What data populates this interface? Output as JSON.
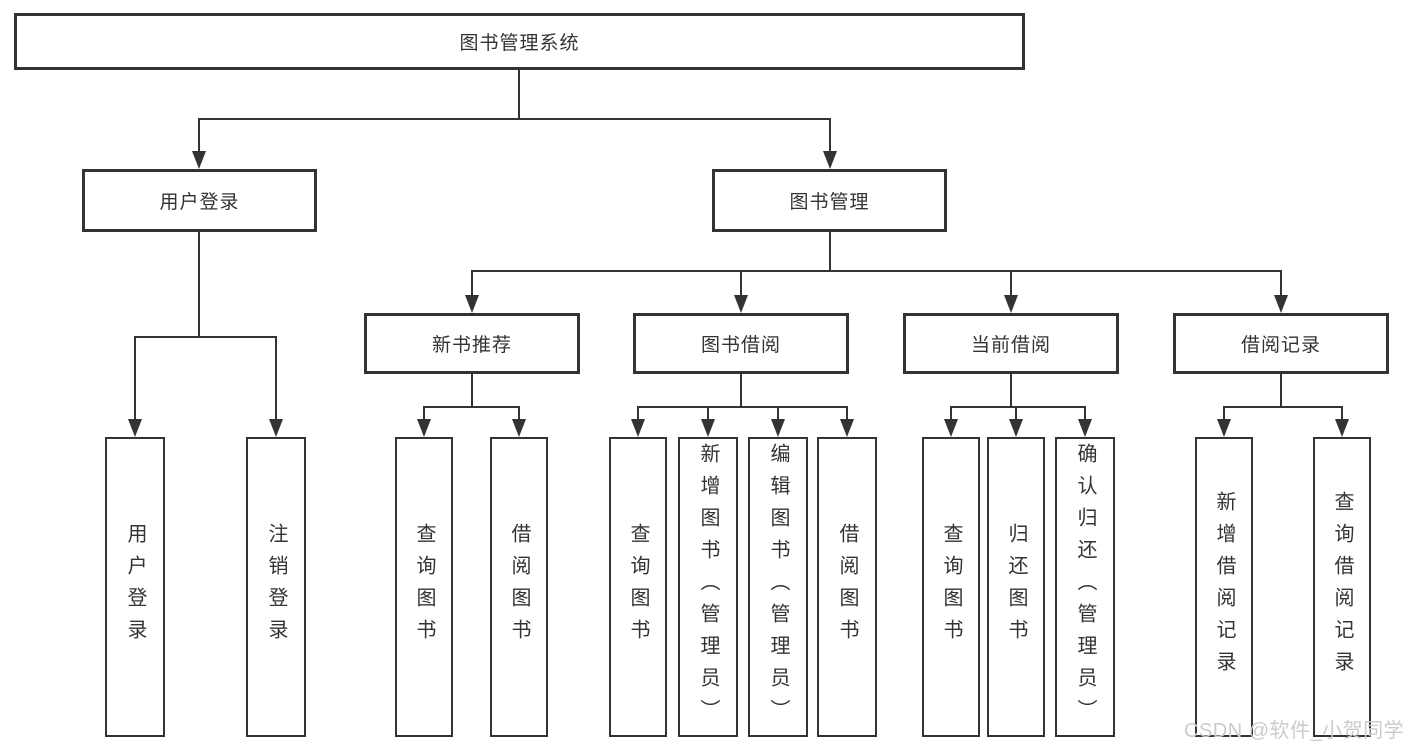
{
  "diagram": {
    "title_node": {
      "label": "图书管理系统"
    },
    "level2": [
      {
        "label": "用户登录"
      },
      {
        "label": "图书管理"
      }
    ],
    "level3": [
      {
        "label": "新书推荐"
      },
      {
        "label": "图书借阅"
      },
      {
        "label": "当前借阅"
      },
      {
        "label": "借阅记录"
      }
    ],
    "leaves": {
      "user_login": [
        {
          "label": "用户登录"
        },
        {
          "label": "注销登录"
        }
      ],
      "new_book_recommend": [
        {
          "label": "查询图书"
        },
        {
          "label": "借阅图书"
        }
      ],
      "book_borrow": [
        {
          "label": "查询图书"
        },
        {
          "label": "新增图书（管理员）"
        },
        {
          "label": "编辑图书（管理员）"
        },
        {
          "label": "借阅图书"
        }
      ],
      "current_borrow": [
        {
          "label": "查询图书"
        },
        {
          "label": "归还图书"
        },
        {
          "label": "确认归还（管理员）"
        }
      ],
      "borrow_records": [
        {
          "label": "新增借阅记录"
        },
        {
          "label": "查询借阅记录"
        }
      ]
    }
  },
  "watermark": {
    "text": "CSDN @软件_小贺同学",
    "color": "#cbcbcb"
  },
  "colors": {
    "line": "#333333",
    "background": "#ffffff"
  }
}
